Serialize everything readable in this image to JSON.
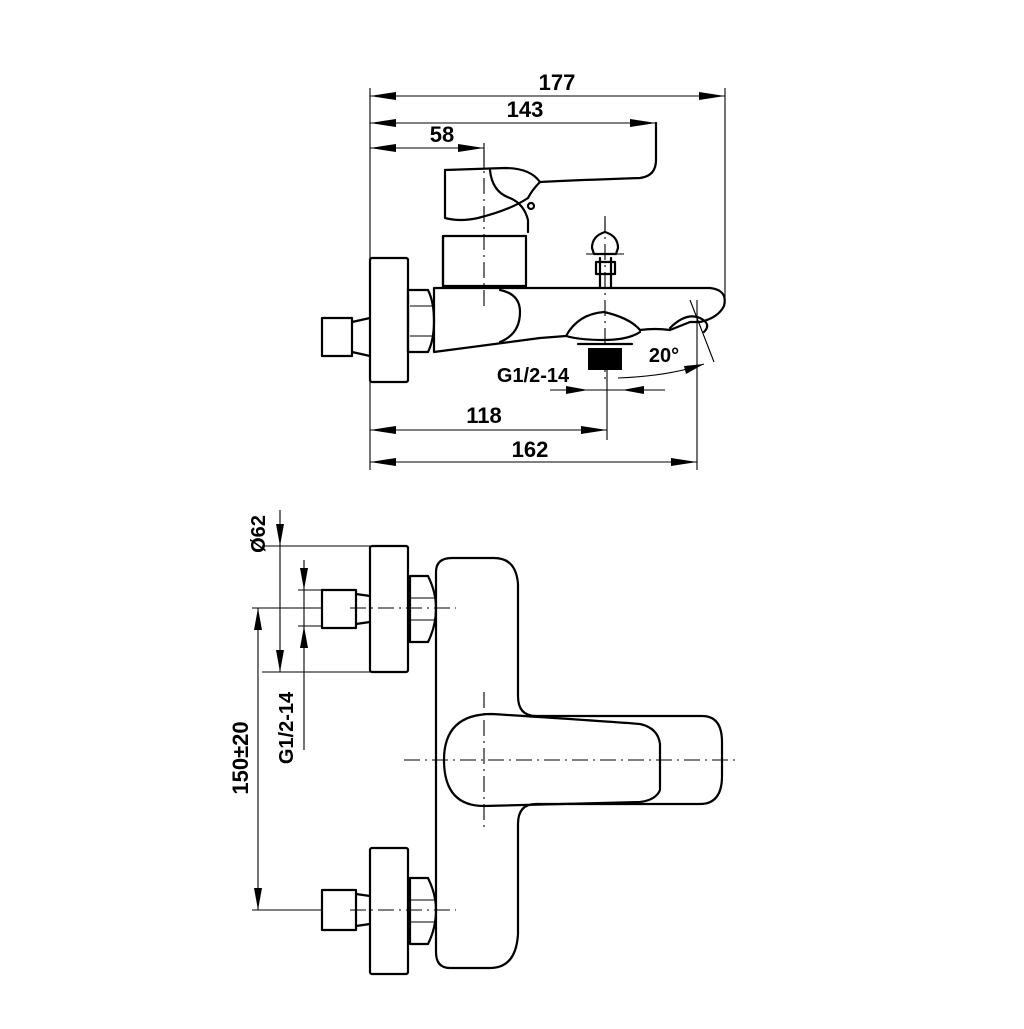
{
  "side_view": {
    "dimensions": {
      "overall_length": "177",
      "handle_length": "143",
      "handle_axis": "58",
      "spout_outlet": "118",
      "body_length": "162",
      "spout_angle": "20°",
      "outlet_thread": "G1/2-14"
    }
  },
  "top_view": {
    "dimensions": {
      "flange_diameter": "Ø62",
      "inlet_thread": "G1/2-14",
      "center_distance": "150±20"
    }
  }
}
